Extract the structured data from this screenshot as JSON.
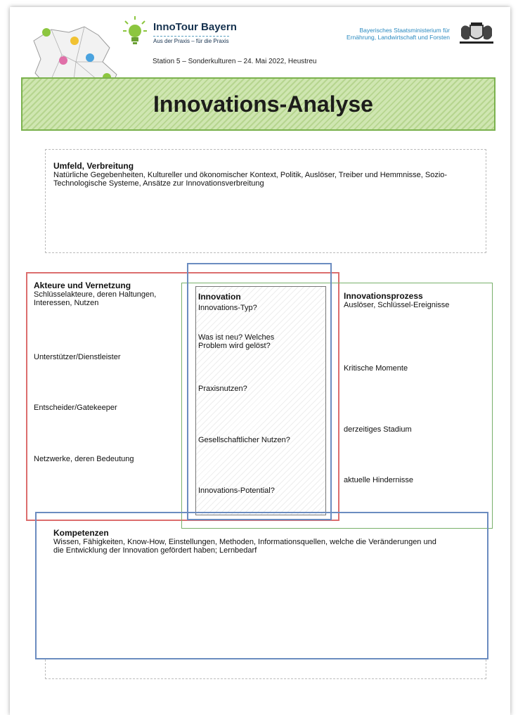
{
  "header": {
    "brand_title": "InnoTour Bayern",
    "brand_subtitle": "Aus der Praxis – für die Praxis",
    "ministry_line1": "Bayerisches Staatsministerium für",
    "ministry_line2": "Ernährung, Landwirtschaft und Forsten",
    "station": "Station 5 – Sonderkulturen – 24. Mai 2022, Heustreu",
    "banner_title": "Innovations-Analyse"
  },
  "colors": {
    "brand": "#16324f",
    "ministry": "#2a8ac0",
    "banner_green": "#7bb24e",
    "red_frame": "#dc6e6e",
    "green_frame": "#78b06a",
    "blue_frame": "#6b8cc0"
  },
  "icons": [
    "bavaria-map-icon",
    "lightbulb-icon",
    "coat-of-arms-icon"
  ],
  "umfeld": {
    "title": "Umfeld, Verbreitung",
    "text": "Natürliche Gegebenheiten, Kultureller und ökonomischer Kontext, Politik, Auslöser, Treiber und Hemmnisse, Sozio-Technologische Systeme, Ansätze zur Innovationsverbreitung"
  },
  "akteure": {
    "title": "Akteure und Vernetzung",
    "text": "Schlüsselakteure, deren Haltungen, Interessen, Nutzen",
    "items": [
      "Unterstützer/Dienstleister",
      "Entscheider/Gatekeeper",
      "Netzwerke, deren Bedeutung"
    ]
  },
  "innovation": {
    "title": "Innovation",
    "items": [
      "Innovations-Typ?",
      "Was ist neu? Welches Problem wird gelöst?",
      "Praxisnutzen?",
      "Gesellschaftlicher Nutzen?",
      "Innovations-Potential?"
    ]
  },
  "prozess": {
    "title": "Innovationsprozess",
    "text": "Auslöser, Schlüssel-Ereignisse",
    "items": [
      "Kritische Momente",
      "derzeitiges Stadium",
      "aktuelle Hindernisse"
    ]
  },
  "kompetenzen": {
    "title": "Kompetenzen",
    "text": "Wissen, Fähigkeiten, Know-How, Einstellungen, Methoden, Informationsquellen, welche die Veränderungen und die Entwicklung der Innovation gefördert haben; Lernbedarf"
  }
}
